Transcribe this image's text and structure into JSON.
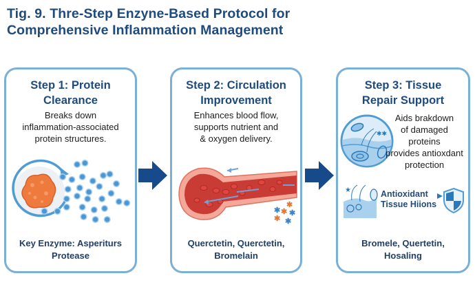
{
  "title": {
    "line1": "Tig.  9. Thre-Step Enzyne-Based Protocol for",
    "line2": "Comprehensive Inflammation Management"
  },
  "steps": [
    {
      "title_line1": "Step 1: Protein",
      "title_line2": "Clearance",
      "desc": [
        "Breaks down",
        "inflammation-associated",
        "protein structures."
      ],
      "illustration": "protein-breakdown-icon",
      "footer_line1": "Key Enzyme: Asperiturs",
      "footer_line2": "Protease"
    },
    {
      "title_line1": "Step 2: Circulation",
      "title_line2": "Improvement",
      "desc": [
        "Enhances blood flow,",
        "supports nutrient and",
        "& oxygen delivery."
      ],
      "illustration": "blood-vessel-icon",
      "footer_line1": "Querctetin, Querctetin,",
      "footer_line2": "Bromelain"
    },
    {
      "title_line1": "Step 3: Tissue",
      "title_line2": "Repair Support",
      "desc": [
        "Aids brakdown",
        "of damaged",
        "proteins",
        "provides antioxdant",
        "protection"
      ],
      "illustration": "tissue-repair-icon",
      "inset_label_line1": "Antioxidant",
      "inset_label_line2": "Tissue Hiions",
      "inset_icon": "shield-icon",
      "footer_line1": "Bromele, Quertetin,",
      "footer_line2": "Hosaling"
    }
  ],
  "connectors": [
    "right-arrow-icon",
    "right-arrow-icon"
  ],
  "colors": {
    "title": "#1f4a7c",
    "box_border": "#7bb0d6",
    "arrow": "#174a8a",
    "protein": "#ef7a3e",
    "particle": "#3f8fd0",
    "vessel": "#c93b35"
  }
}
